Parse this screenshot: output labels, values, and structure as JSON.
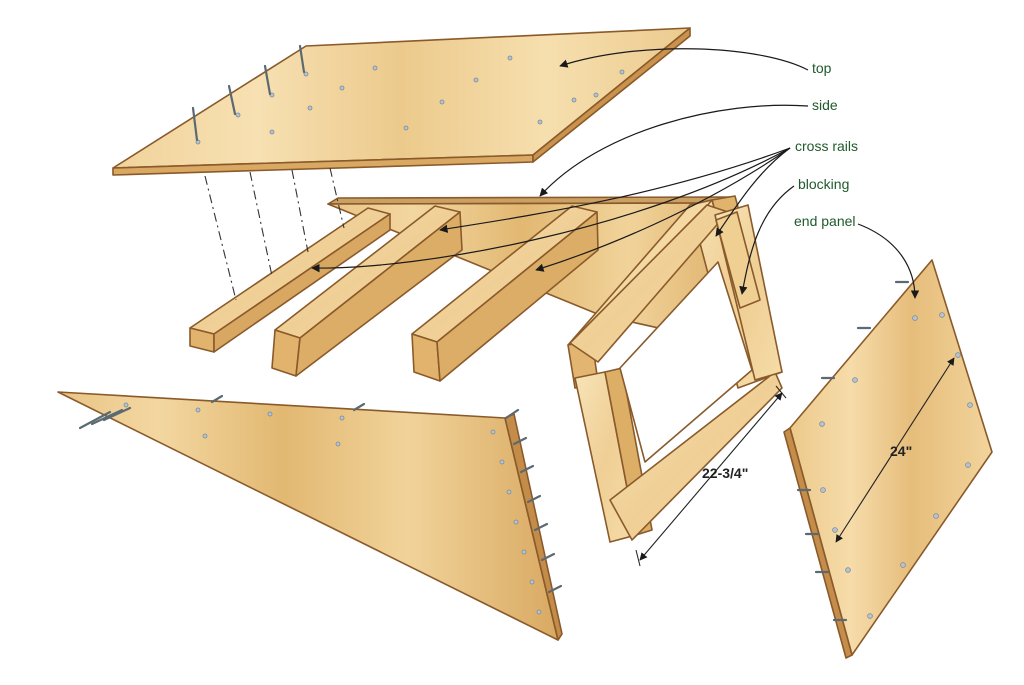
{
  "labels": {
    "top": "top",
    "side": "side",
    "cross_rails": "cross rails",
    "blocking": "blocking",
    "end_panel": "end panel"
  },
  "dimensions": {
    "frame_width": "22-3/4\"",
    "panel_width": "24\""
  },
  "colors": {
    "wood_light": "#f4d9a3",
    "wood_mid": "#e7c17f",
    "wood_dark": "#c9924d",
    "edge": "#8a5a2b",
    "label_green": "#1f5a2a",
    "screw": "#7b8a94"
  }
}
